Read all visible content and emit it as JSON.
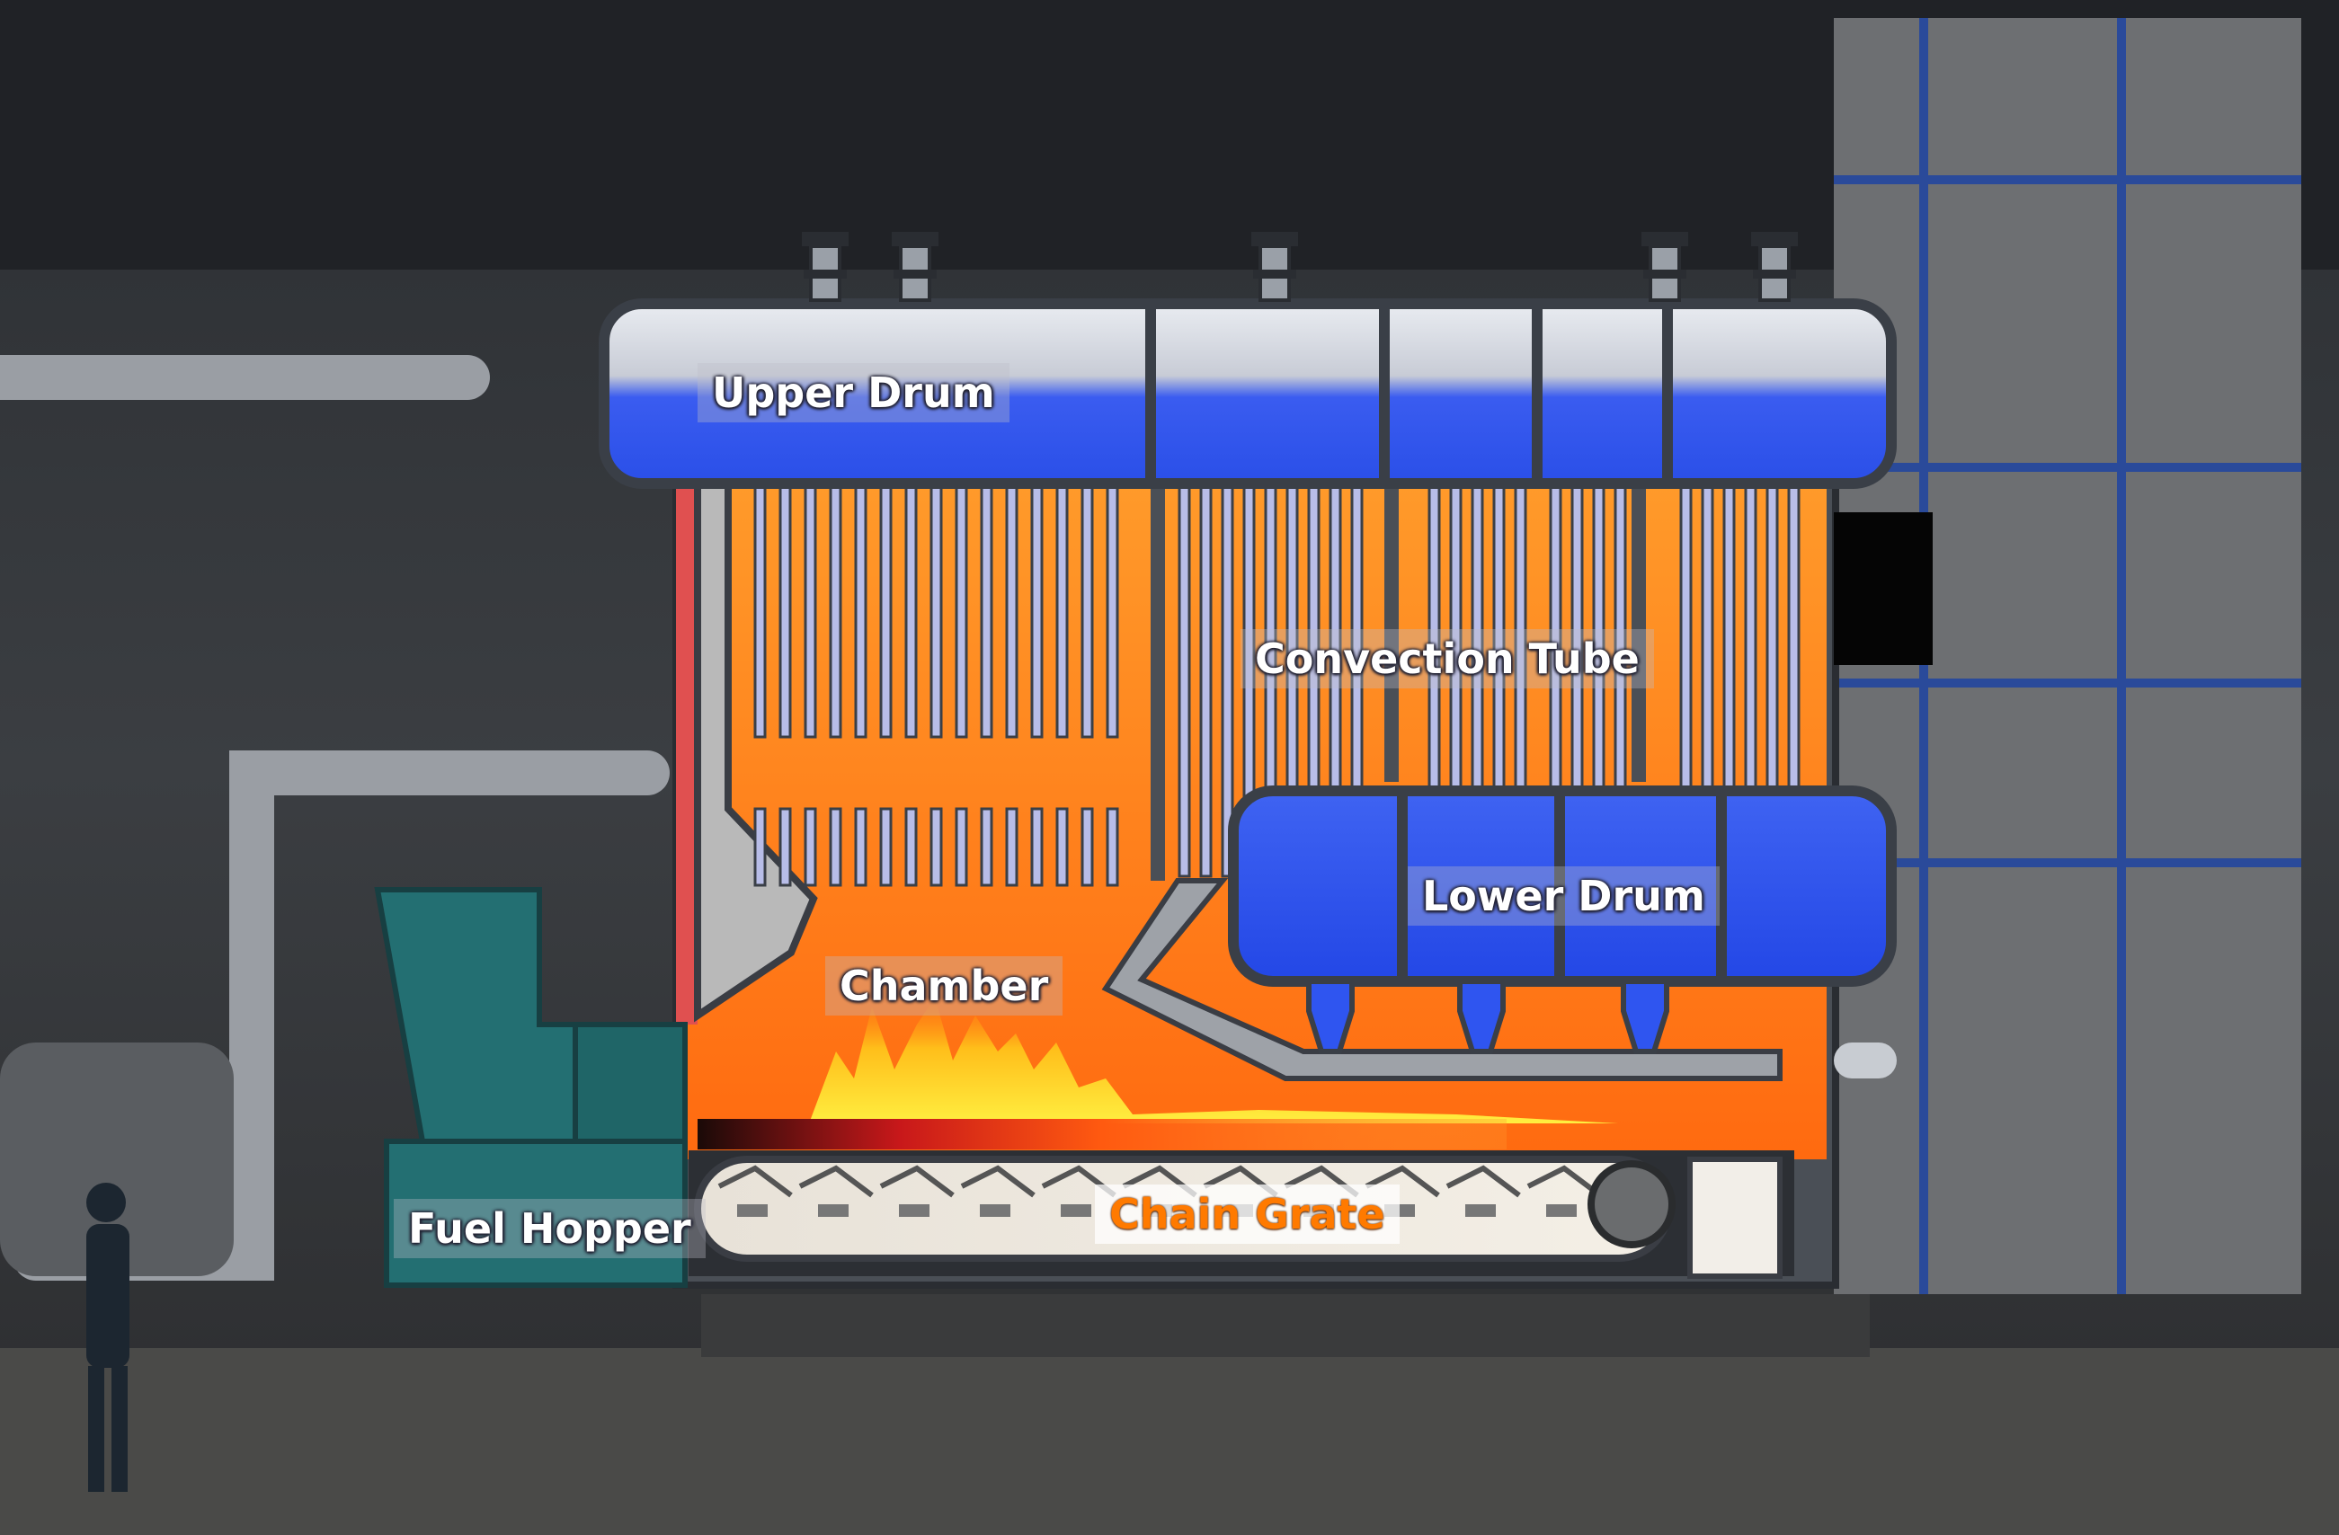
{
  "labels": {
    "upper_drum": "Upper Drum",
    "convection_tube": "Convection Tube",
    "lower_drum": "Lower Drum",
    "chamber": "Chamber",
    "fuel_hopper": "Fuel Hopper",
    "chain_grate": "Chain Grate"
  },
  "colors": {
    "water": "#2f55f0",
    "steam": "#e8ecf2",
    "fire_zone": "#ff8a1a",
    "shell": "#3a3f47",
    "hopper": "#236f72",
    "flame": "#ffd21a"
  }
}
